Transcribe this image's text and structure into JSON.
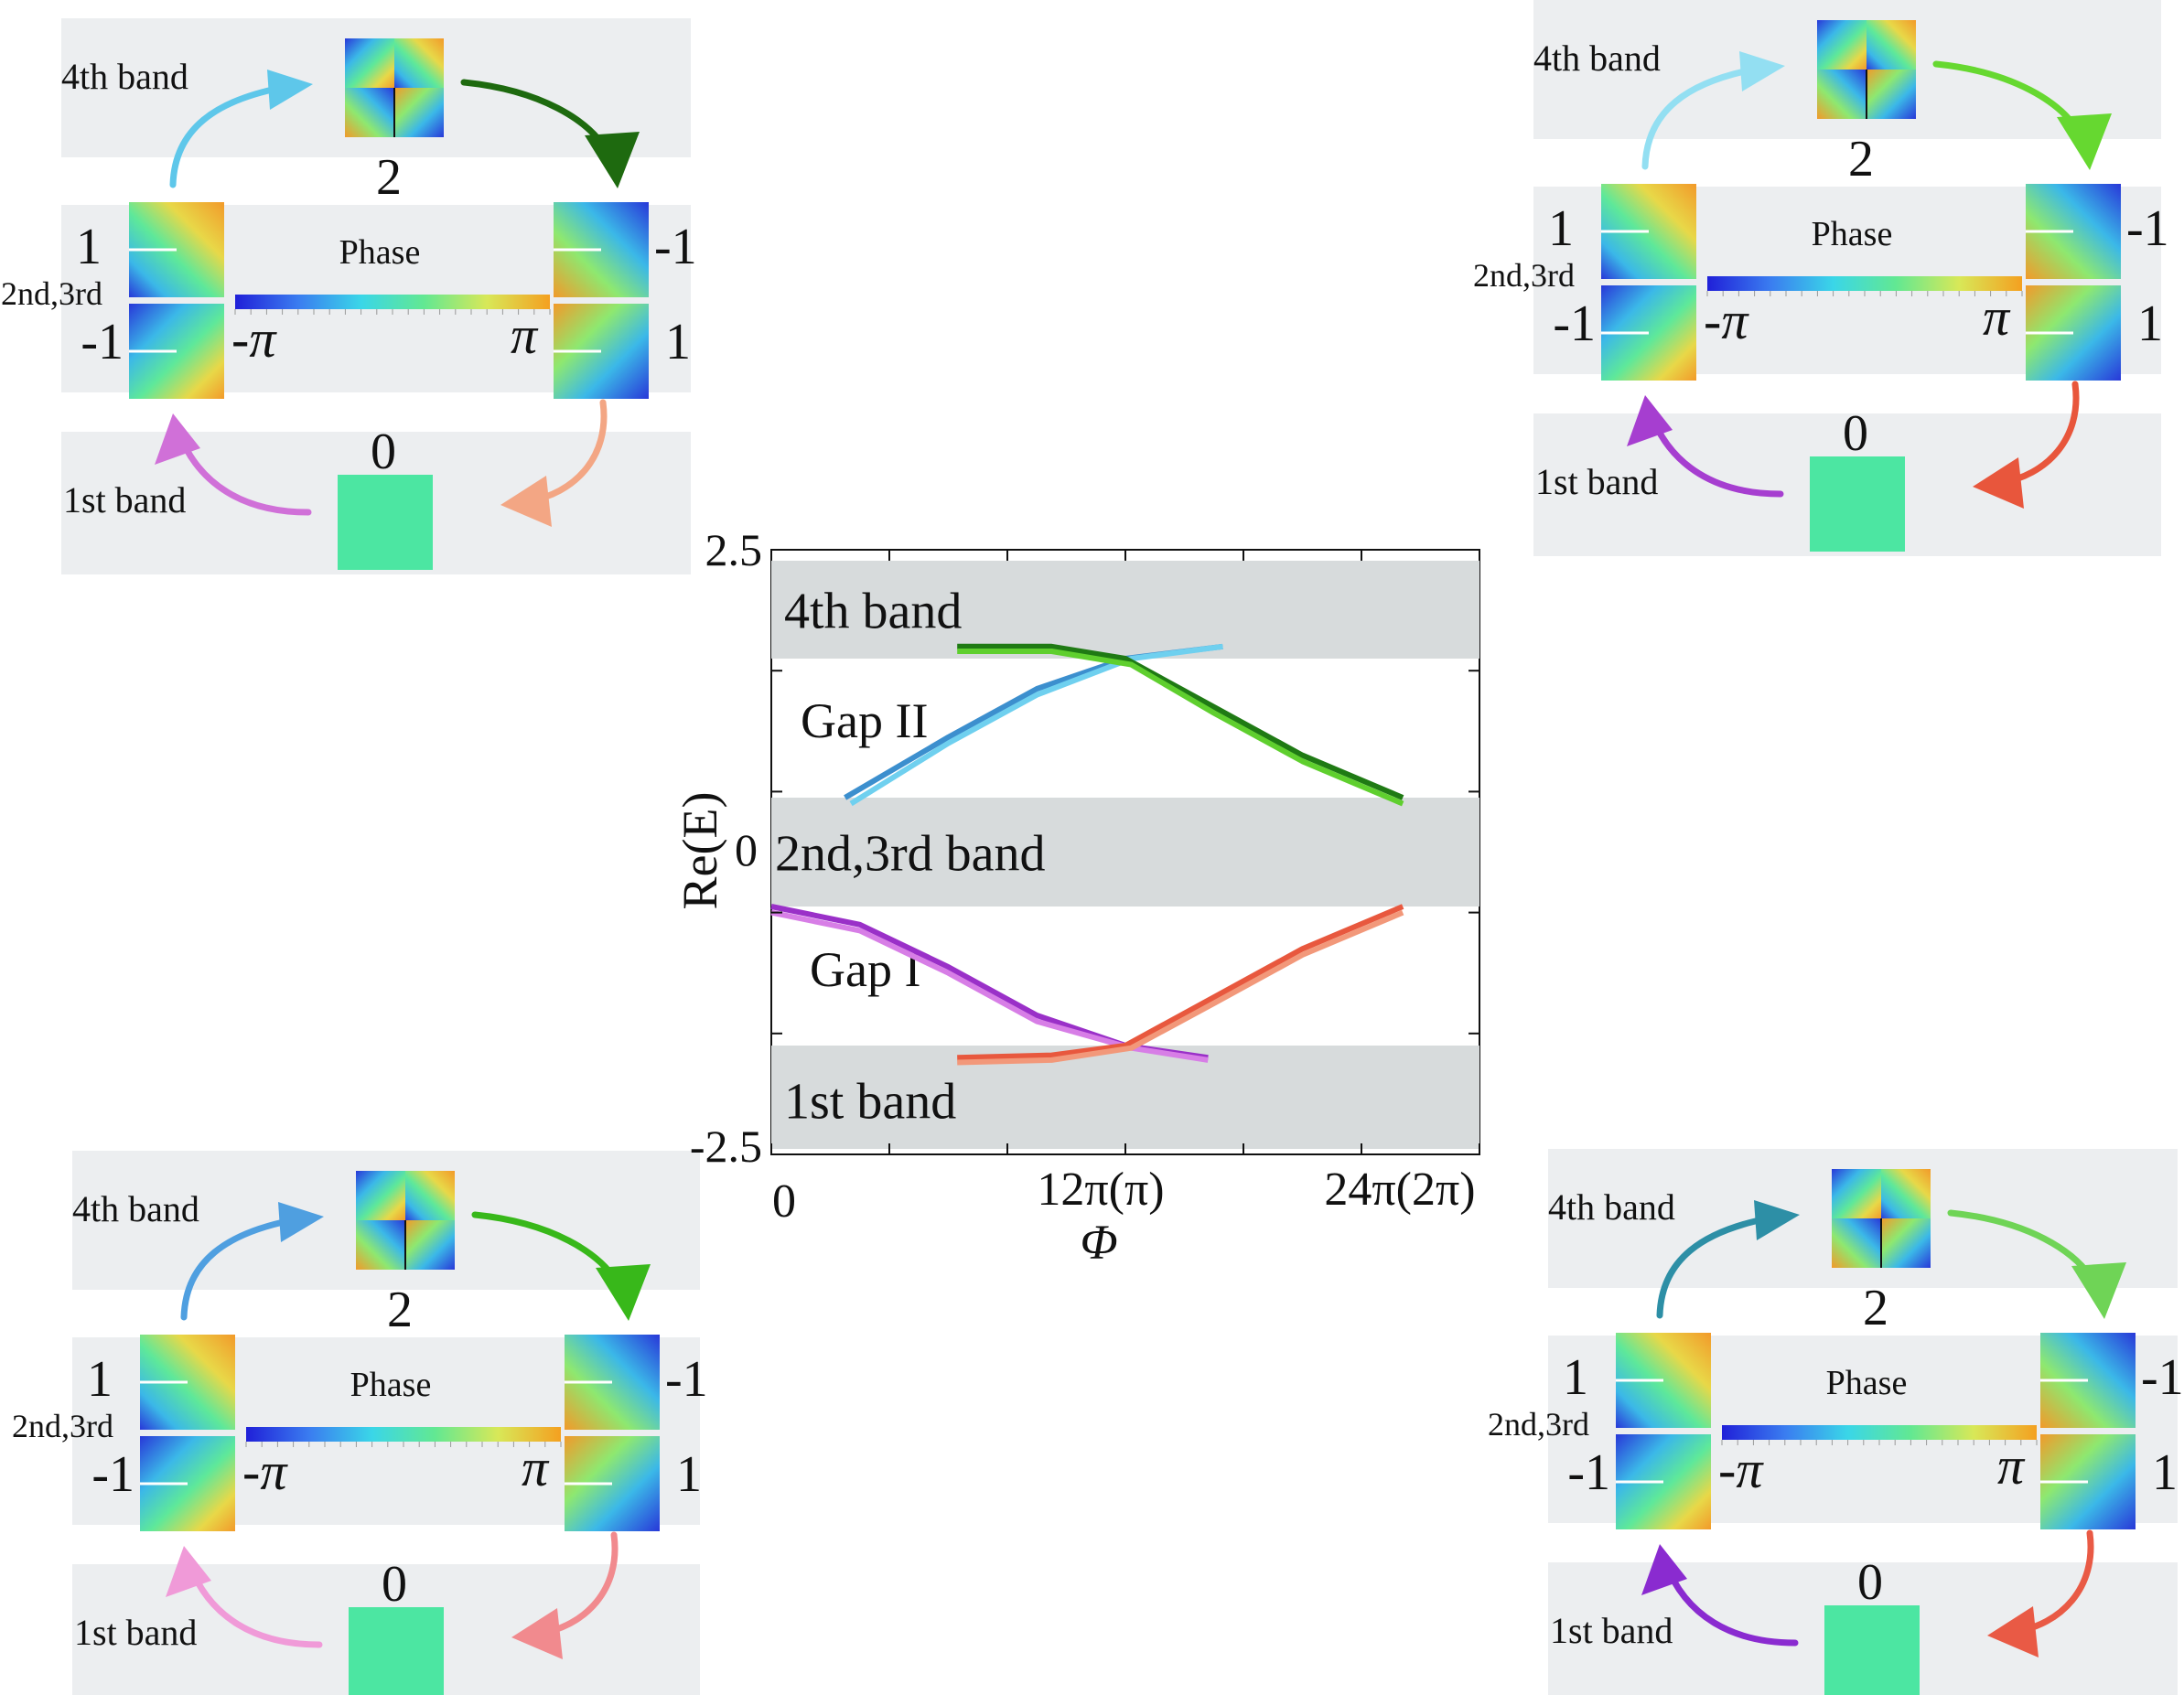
{
  "chart_data": {
    "type": "line",
    "ylabel": "Re(E)",
    "xlabel": "Φ",
    "ylim": [
      -2.5,
      2.5
    ],
    "xlim": [
      0,
      24
    ],
    "y_ticks": [
      "2.5",
      "0",
      "-2.5"
    ],
    "x_ticks": [
      "0",
      "12π(π)",
      "24π(2π)"
    ],
    "band_regions": [
      {
        "label": "4th band",
        "y": [
          1.6,
          2.5
        ]
      },
      {
        "label": "2nd,3rd band",
        "y": [
          -0.45,
          0.45
        ]
      },
      {
        "label": "1st band",
        "y": [
          -2.5,
          -1.6
        ]
      }
    ],
    "gap_labels": [
      "Gap II",
      "Gap I"
    ],
    "series": [
      {
        "x": [
          2.5,
          6,
          9,
          12,
          15.3
        ],
        "y": [
          0.45,
          0.95,
          1.35,
          1.6,
          1.7
        ],
        "color": "#3c8fce"
      },
      {
        "x": [
          2.7,
          6,
          9,
          12.2,
          15.3
        ],
        "y": [
          0.4,
          0.9,
          1.3,
          1.6,
          1.7
        ],
        "color": "#6fd0ef"
      },
      {
        "x": [
          6.3,
          9.5,
          12,
          15,
          18,
          21.4
        ],
        "y": [
          1.7,
          1.7,
          1.6,
          1.2,
          0.8,
          0.45
        ],
        "color": "#1f7a14"
      },
      {
        "x": [
          6.3,
          9.5,
          12.2,
          15,
          18,
          21.4
        ],
        "y": [
          1.66,
          1.66,
          1.55,
          1.15,
          0.75,
          0.4
        ],
        "color": "#5fcf2e"
      },
      {
        "x": [
          0,
          3,
          6,
          9,
          12,
          14.8
        ],
        "y": [
          -0.45,
          -0.6,
          -0.95,
          -1.35,
          -1.6,
          -1.7
        ],
        "color": "#9a30c8"
      },
      {
        "x": [
          0,
          3,
          6,
          9,
          12.2,
          14.8
        ],
        "y": [
          -0.5,
          -0.65,
          -1.0,
          -1.4,
          -1.62,
          -1.72
        ],
        "color": "#d77ee6"
      },
      {
        "x": [
          6.3,
          9.5,
          12,
          15,
          18,
          21.4
        ],
        "y": [
          -1.7,
          -1.68,
          -1.6,
          -1.2,
          -0.8,
          -0.45
        ],
        "color": "#e8583e"
      },
      {
        "x": [
          6.3,
          9.5,
          12.2,
          15,
          18,
          21.4
        ],
        "y": [
          -1.74,
          -1.72,
          -1.62,
          -1.25,
          -0.85,
          -0.5
        ],
        "color": "#f2987a"
      }
    ]
  },
  "panels": [
    {
      "band4": "4th  band",
      "band1": "1st band",
      "mid": "2nd,3rd",
      "phase": "Phase",
      "top_num": "2",
      "bottom_num": "0",
      "left_top": "1",
      "left_bottom": "-1",
      "right_top": "-1",
      "right_bottom": "1",
      "neg_pi": "-π",
      "pi": "π",
      "arrow_colors": [
        "#5ec7ea",
        "#1e6a0f",
        "#f3a684",
        "#d070d8"
      ]
    },
    {
      "band4": "4th  band",
      "band1": "1st band",
      "mid": "2nd,3rd",
      "phase": "Phase",
      "top_num": "2",
      "bottom_num": "0",
      "left_top": "1",
      "left_bottom": "-1",
      "right_top": "-1",
      "right_bottom": "1",
      "neg_pi": "-π",
      "pi": "π",
      "arrow_colors": [
        "#93dff2",
        "#66d830",
        "#e8563c",
        "#a63ed0"
      ]
    },
    {
      "band4": "4th  band",
      "band1": "1st band",
      "mid": "2nd,3rd",
      "phase": "Phase",
      "top_num": "2",
      "bottom_num": "0",
      "left_top": "1",
      "left_bottom": "-1",
      "right_top": "-1",
      "right_bottom": "1",
      "neg_pi": "-π",
      "pi": "π",
      "arrow_colors": [
        "#4f9fe0",
        "#38b81a",
        "#f18a8e",
        "#f09ad8"
      ]
    },
    {
      "band4": "4th  band",
      "band1": "1st band",
      "mid": "2nd,3rd",
      "phase": "Phase",
      "top_num": "2",
      "bottom_num": "0",
      "left_top": "1",
      "left_bottom": "-1",
      "right_top": "-1",
      "right_bottom": "1",
      "neg_pi": "-π",
      "pi": "π",
      "arrow_colors": [
        "#2d8fa6",
        "#6fd456",
        "#e95a45",
        "#8a2bd0"
      ]
    }
  ]
}
